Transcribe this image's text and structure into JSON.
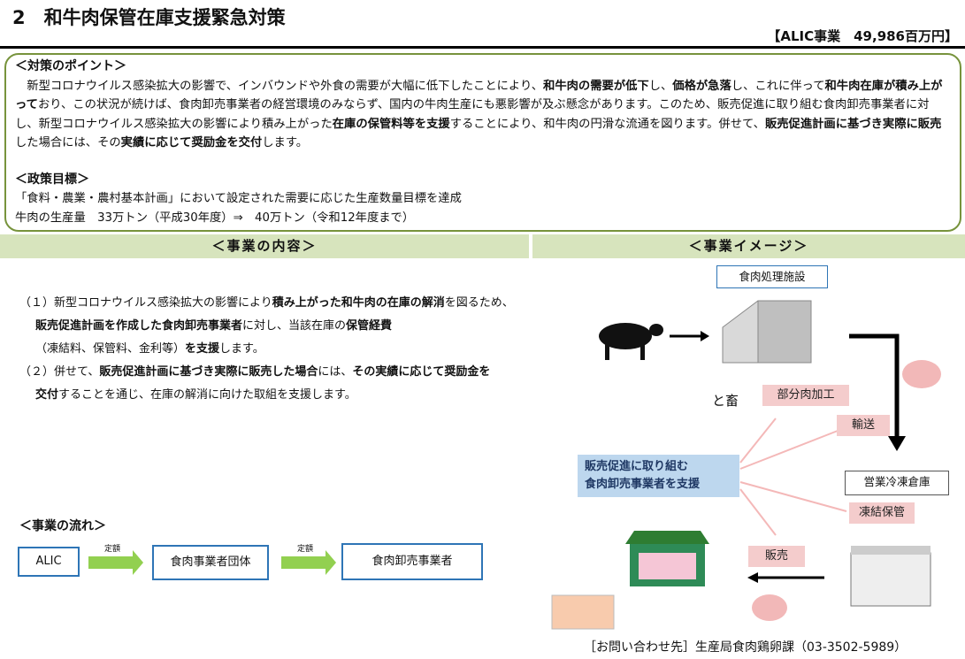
{
  "header": {
    "title": "2　和牛肉保管在庫支援緊急対策",
    "budget": "【ALIC事業　49,986百万円】"
  },
  "points": {
    "heading": "＜対策のポイント＞",
    "paragraph": [
      {
        "t": "　新型コロナウイルス感染拡大の影響で、インバウンドや外食の需要が大幅に低下したことにより、"
      },
      {
        "t": "和牛肉の需要が低下",
        "b": 1
      },
      {
        "t": "し、"
      },
      {
        "t": "価格が急落",
        "b": 1
      },
      {
        "t": "し、これに伴って"
      },
      {
        "t": "和牛肉在庫が積み上がって",
        "b": 1
      },
      {
        "t": "おり、この状況が続けば、食肉卸売事業者の経営環境のみならず、国内の牛肉生産にも悪影響が及ぶ懸念があります。このため、販売促進に取り組む食肉卸売事業者に対し、新型コロナウイルス感染拡大の影響により積み上がった"
      },
      {
        "t": "在庫の保管料等を支援",
        "b": 1
      },
      {
        "t": "することにより、和牛肉の円滑な流通を図ります。併せて、"
      },
      {
        "t": "販売促進計画に基づき実際に販売",
        "b": 1
      },
      {
        "t": "した場合には、その"
      },
      {
        "t": "実績に応じて奨励金を交付",
        "b": 1
      },
      {
        "t": "します。"
      }
    ],
    "goal_heading": "＜政策目標＞",
    "goal_line1": "「食料・農業・農村基本計画」において設定された需要に応じた生産数量目標を達成",
    "goal_line2": "牛肉の生産量　33万トン（平成30年度）⇒　40万トン（令和12年度まで）"
  },
  "sections": {
    "left": "＜事業の内容＞",
    "right": "＜事業イメージ＞"
  },
  "content": {
    "item1": [
      {
        "t": "（１）新型コロナウイルス感染拡大の影響により"
      },
      {
        "t": "積み上がった和牛肉の在庫の解消",
        "b": 1
      },
      {
        "t": "を図るため、"
      }
    ],
    "item1b": [
      {
        "t": "販売促進計画を作成した食肉卸売事業者",
        "b": 1
      },
      {
        "t": "に対し、当該在庫の"
      },
      {
        "t": "保管経費",
        "b": 1
      }
    ],
    "item1c": [
      {
        "t": "（凍結料、保管料、金利等）"
      },
      {
        "t": "を支援",
        "b": 1
      },
      {
        "t": "します。"
      }
    ],
    "item2": [
      {
        "t": "（２）併せて、"
      },
      {
        "t": "販売促進計画に基づき実際に販売した場合",
        "b": 1
      },
      {
        "t": "には、"
      },
      {
        "t": "その実績に応じて奨励金を",
        "b": 1
      }
    ],
    "item2b": [
      {
        "t": "交付",
        "b": 1
      },
      {
        "t": "することを通じ、在庫の解消に向けた取組を支援します。"
      }
    ]
  },
  "flow": {
    "heading": "＜事業の流れ＞",
    "nodes": [
      "ALIC",
      "食肉事業者団体",
      "食肉卸売事業者"
    ],
    "arrow_label": "定額"
  },
  "image": {
    "facility": "食肉処理施設",
    "slaughter": "と畜",
    "cutting": "部分肉加工",
    "transport": "輸送",
    "center": "販売促進に取り組む\n食肉卸売事業者を支援",
    "warehouse": "営業冷凍倉庫",
    "frozen": "凍結保管",
    "sale": "販売"
  },
  "contact": "［お問い合わせ先］生産局食肉鶏卵課（03-3502-5989）"
}
